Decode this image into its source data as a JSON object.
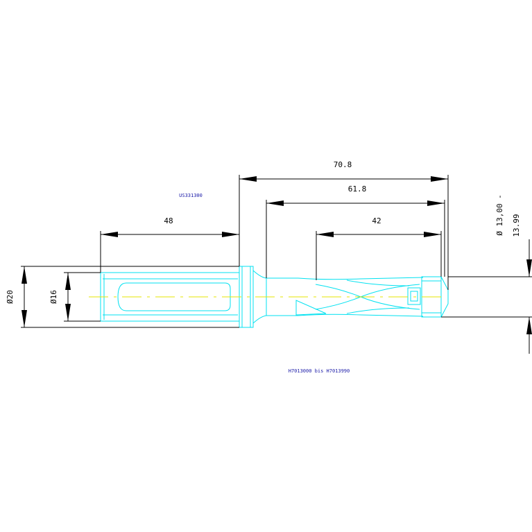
{
  "dimensions": {
    "length_total": "70.8",
    "length_flute_full": "61.8",
    "length_flute": "42",
    "length_shank": "48",
    "dia_collar": "Ø20",
    "dia_shank": "Ø16",
    "dia_range_line1": "Ø 13,00 -",
    "dia_range_line2": "13.99"
  },
  "codes": {
    "holder_code": "US331300",
    "insert_range": "H7013000 bis H7013990"
  },
  "colors": {
    "outline": "#00e1f0",
    "dimension": "#000000",
    "centerline": "#e6e600",
    "code_text": "#1a1aa8"
  }
}
